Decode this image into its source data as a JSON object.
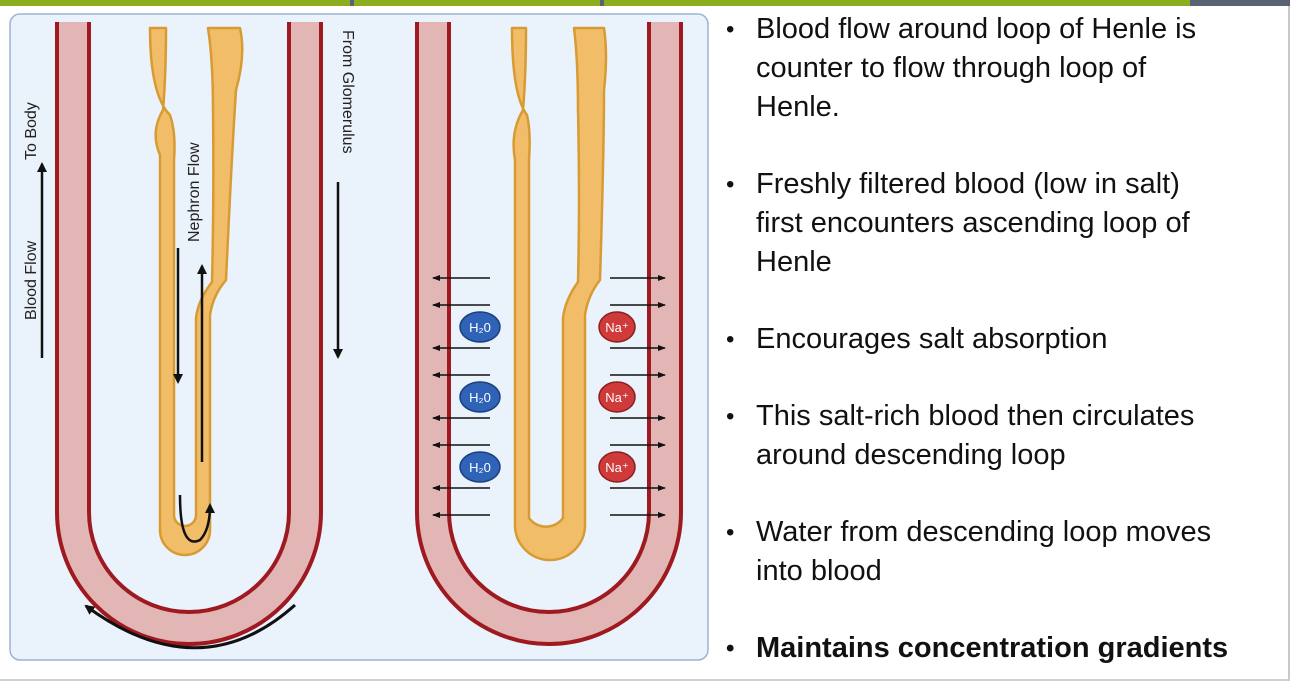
{
  "colors": {
    "accent_green": "#8aae1e",
    "accent_gray": "#5a6170",
    "panel_bg": "#eaf2fb",
    "panel_border": "#9ab4d4",
    "vessel_wall": "#a51d22",
    "vessel_fill": "#e2b6b4",
    "nephron_fill": "#f2bd69",
    "nephron_border": "#d79b34",
    "water_ion": "#2f63b8",
    "sodium_ion": "#cf3a3a"
  },
  "diagram": {
    "labels": {
      "to_body": "To Body",
      "blood_flow": "Blood Flow",
      "nephron_flow": "Nephron Flow",
      "from_glomerulus": "From Glomerulus"
    },
    "ions": {
      "water": "H₂0",
      "sodium": "Na⁺"
    }
  },
  "bullets": [
    {
      "lines": [
        "Blood flow around loop of Henle is",
        "counter to flow through loop of",
        "Henle."
      ],
      "bold": false
    },
    {
      "lines": [
        "Freshly filtered blood (low in salt)",
        "first encounters ascending loop of",
        "Henle"
      ],
      "bold": false
    },
    {
      "lines": [
        "Encourages salt absorption"
      ],
      "bold": false
    },
    {
      "lines": [
        "This salt-rich blood then circulates",
        "around descending loop"
      ],
      "bold": false
    },
    {
      "lines": [
        "Water from descending loop moves",
        "into blood"
      ],
      "bold": false
    },
    {
      "lines": [
        "Maintains concentration gradients"
      ],
      "bold": true
    }
  ]
}
